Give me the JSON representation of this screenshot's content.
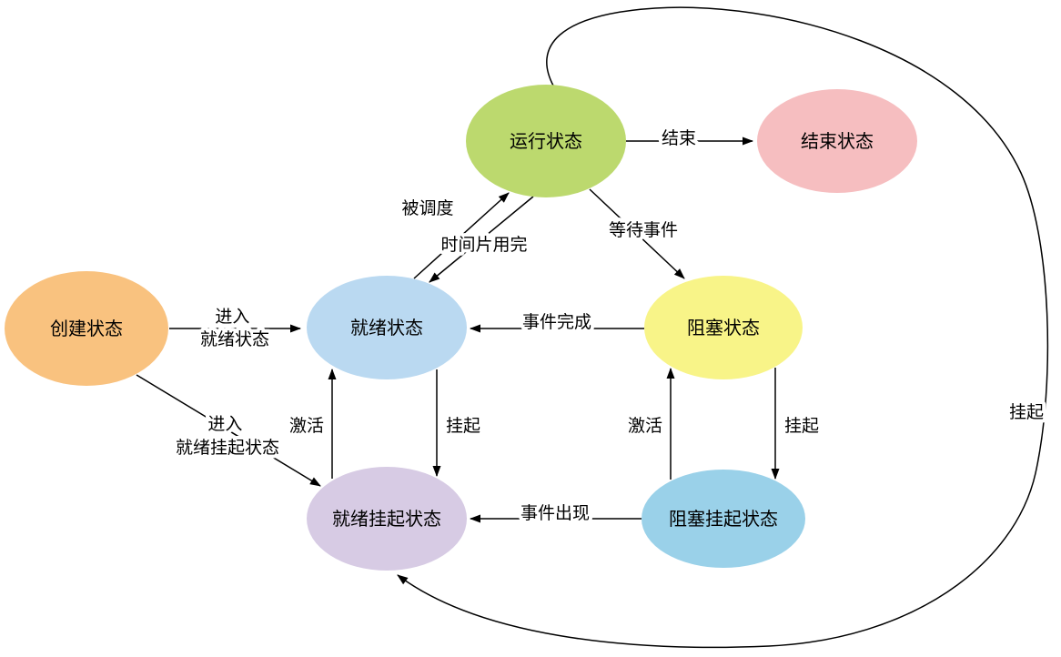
{
  "diagram": {
    "background": "#FFFFFF",
    "line_color": "#000000",
    "nodes": {
      "create": {
        "label": "创建状态",
        "color": "#F9C27F"
      },
      "running": {
        "label": "运行状态",
        "color": "#BCD96E"
      },
      "end": {
        "label": "结束状态",
        "color": "#F6BEC0"
      },
      "ready": {
        "label": "就绪状态",
        "color": "#BAD9F1"
      },
      "blocked": {
        "label": "阻塞状态",
        "color": "#F8F488"
      },
      "ready_suspended": {
        "label": "就绪挂起状态",
        "color": "#D7CBE4"
      },
      "blocked_suspended": {
        "label": "阻塞挂起状态",
        "color": "#9AD1E9"
      }
    },
    "edges": {
      "create_to_ready": {
        "label_line1": "进入",
        "label_line2": "就绪状态"
      },
      "create_to_ready_suspended": {
        "label_line1": "进入",
        "label_line2": "就绪挂起状态"
      },
      "ready_to_running": {
        "label": "被调度"
      },
      "running_to_ready": {
        "label": "时间片用完"
      },
      "running_to_end": {
        "label": "结束"
      },
      "running_to_blocked": {
        "label": "等待事件"
      },
      "blocked_to_ready": {
        "label": "事件完成"
      },
      "ready_suspended_to_ready": {
        "label": "激活"
      },
      "ready_to_ready_suspended": {
        "label": "挂起"
      },
      "blocked_suspended_to_blocked": {
        "label": "激活"
      },
      "blocked_to_blocked_suspended": {
        "label": "挂起"
      },
      "blocked_suspended_to_ready_suspended": {
        "label": "事件出现"
      },
      "running_to_ready_suspended": {
        "label": "挂起"
      }
    }
  }
}
